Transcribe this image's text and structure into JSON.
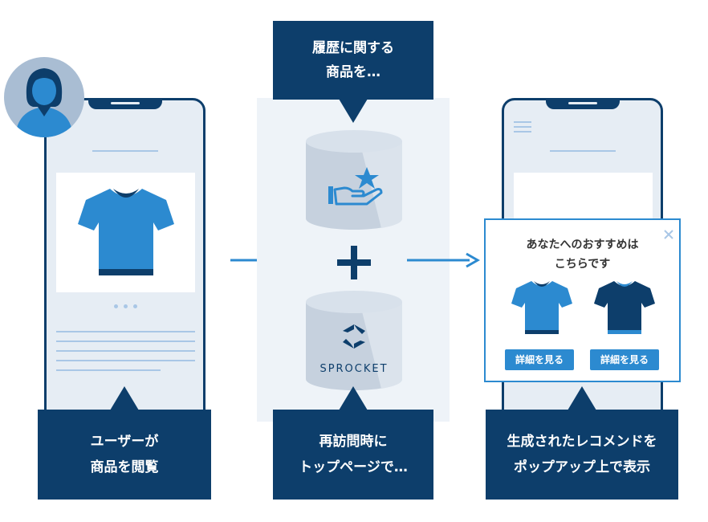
{
  "left": {
    "caption_line1": "ユーザーが",
    "caption_line2": "商品を閲覧"
  },
  "middle": {
    "top_line1": "履歴に関する",
    "top_line2": "商品を…",
    "bottom_line1": "再訪問時に",
    "bottom_line2": "トップページで…",
    "brand": "SPROCKET"
  },
  "right": {
    "popup_line1": "あなたへのおすすめは",
    "popup_line2": "こちらです",
    "detail_button_1": "詳細を見る",
    "detail_button_2": "詳細を見る",
    "caption_line1": "生成されたレコメンドを",
    "caption_line2": "ポップアップ上で表示"
  },
  "colors": {
    "navy": "#0d3e6b",
    "accent_blue": "#2c8ad0",
    "light_panel": "#eef3f8",
    "phone_bg": "#e6edf4"
  },
  "icons": [
    "user-avatar-icon",
    "tshirt-icon",
    "hand-star-icon",
    "sprocket-logo-icon",
    "close-icon",
    "arrow-right-icon",
    "plus-icon"
  ]
}
